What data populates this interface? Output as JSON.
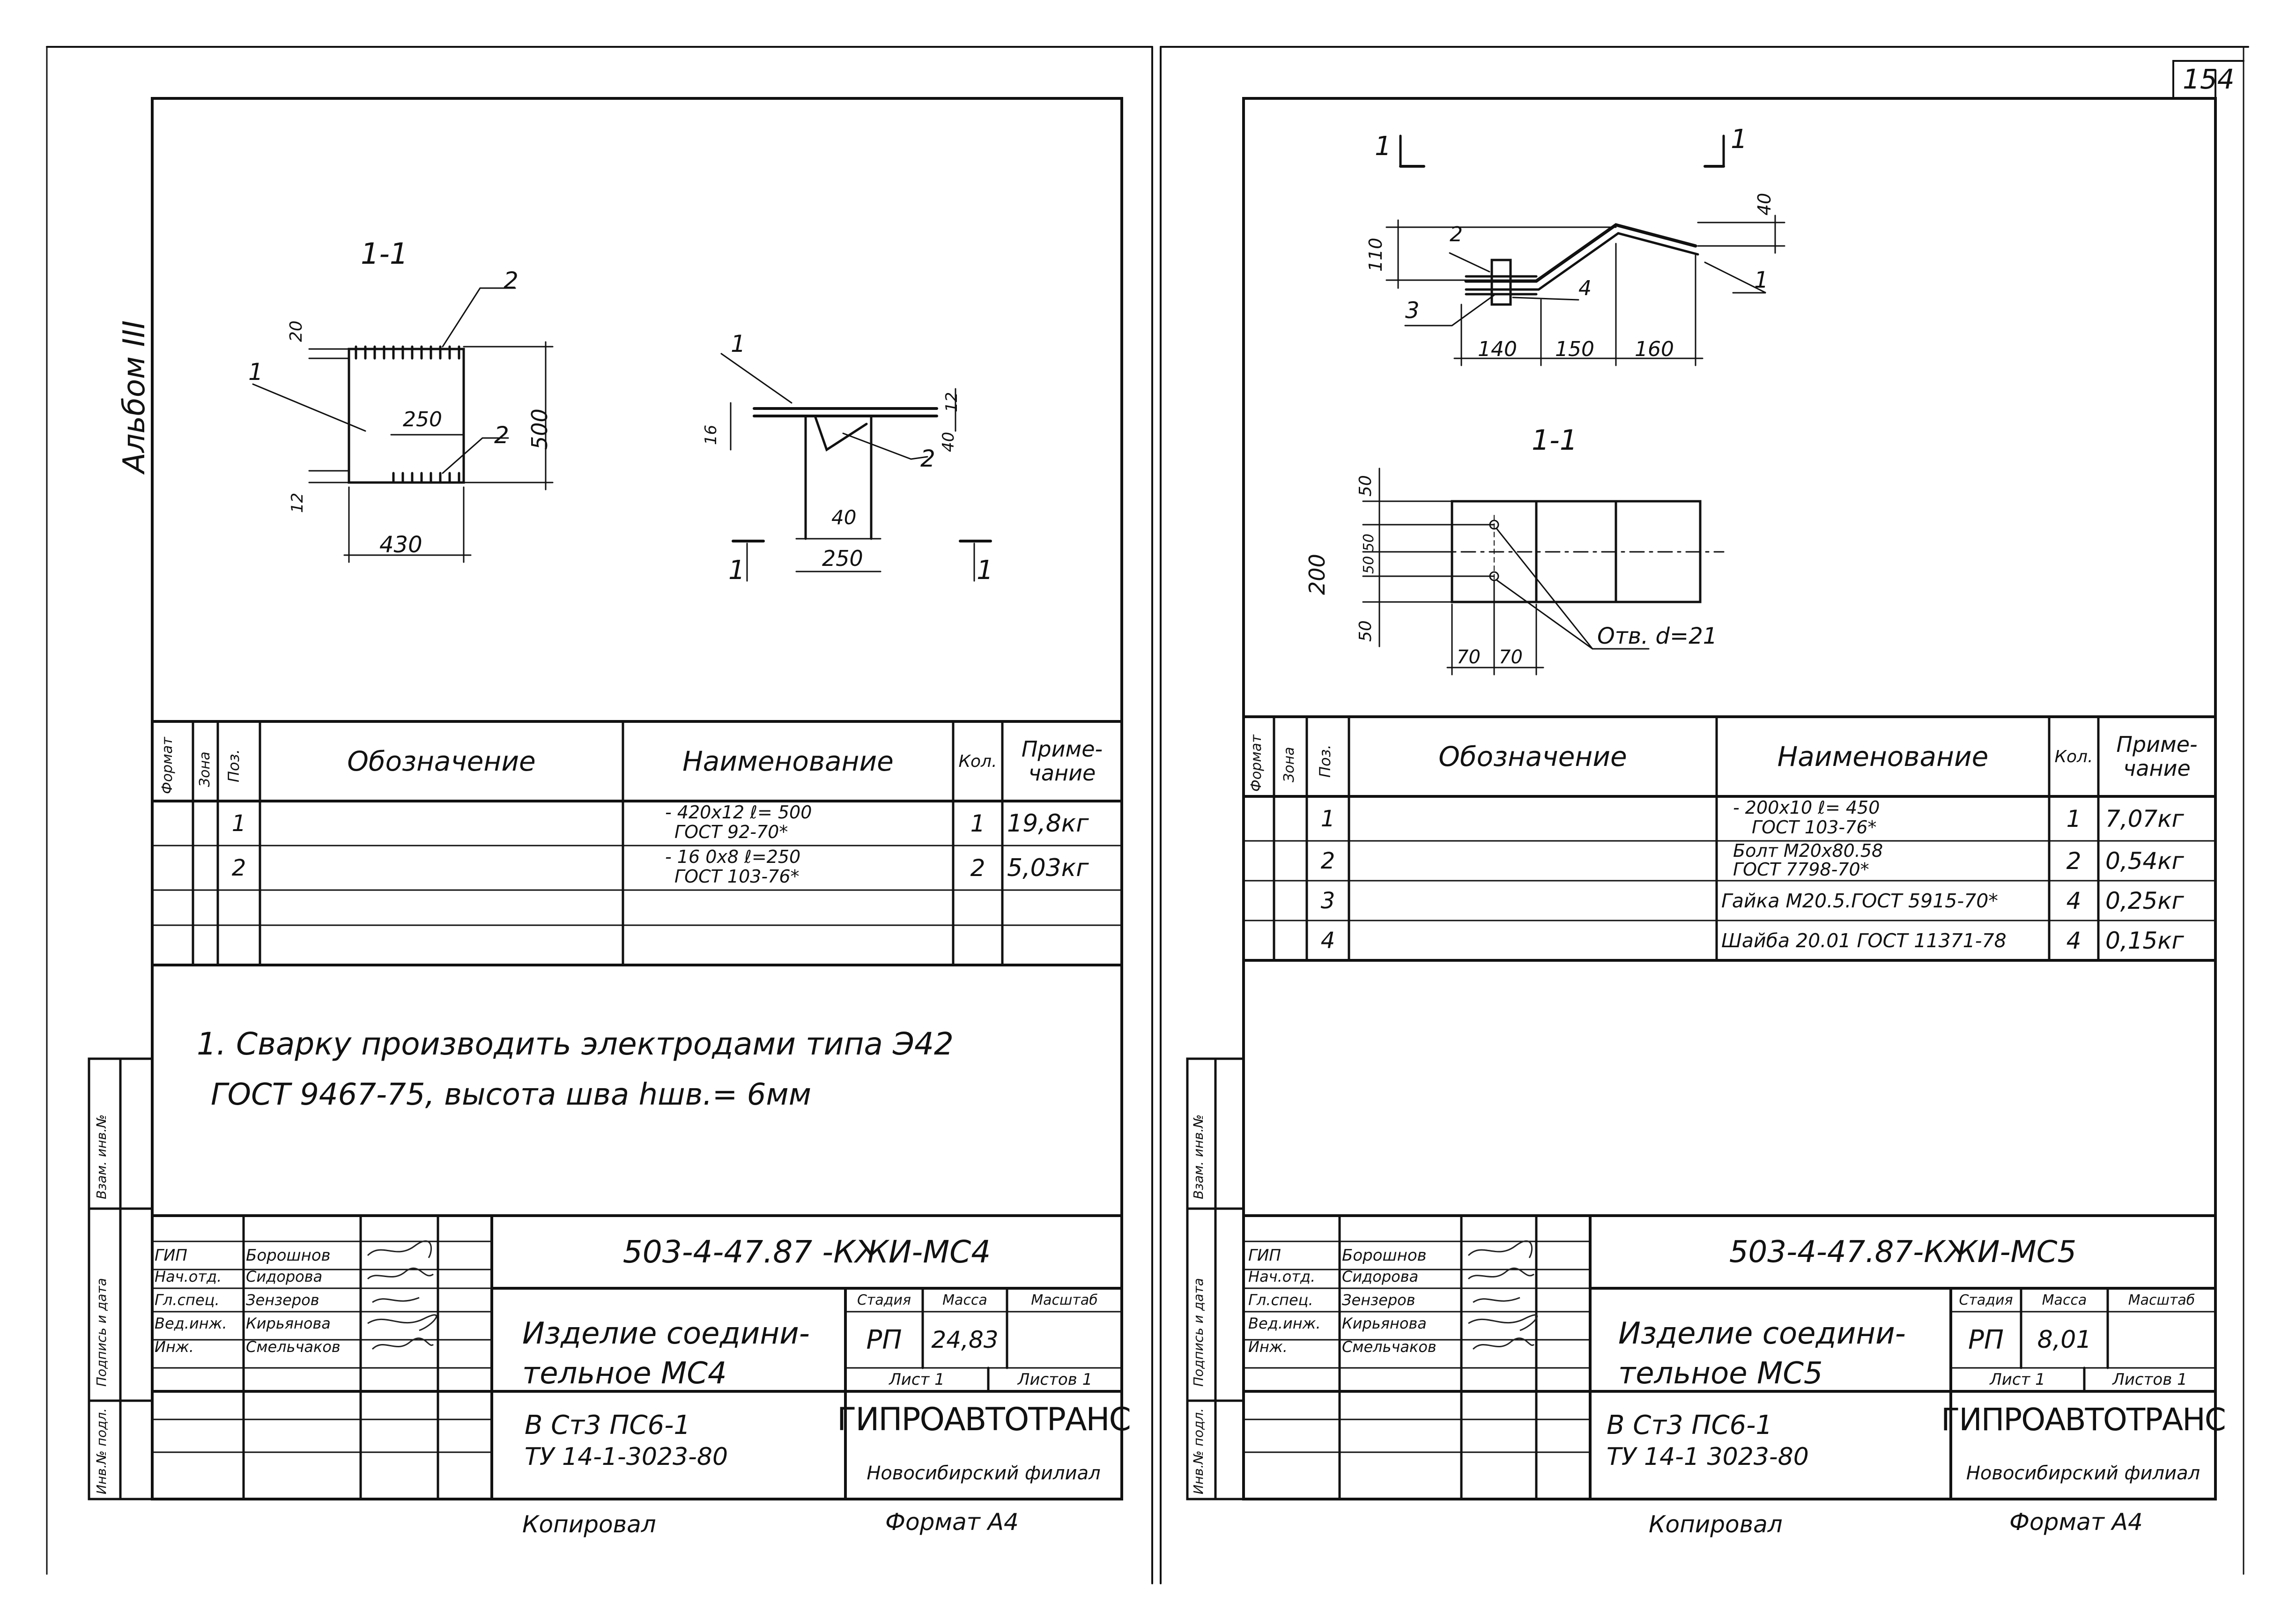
{
  "page_number": "154",
  "album_label": "Альбом III",
  "left": {
    "section_label": "1-1",
    "cut_marker": "1",
    "dims": {
      "d20": "20",
      "d250": "250",
      "d500": "500",
      "d430": "430",
      "d12": "12",
      "d16": "16",
      "d12b": "12",
      "d40v": "40",
      "d40": "40",
      "d250b": "250"
    },
    "callouts": [
      "1",
      "2",
      "2",
      "1",
      "2"
    ],
    "table_headers": {
      "format": "Формат",
      "zone": "Зона",
      "pos": "Поз.",
      "designation": "Обозначение",
      "name": "Наименование",
      "qty": "Кол.",
      "note": "Приме-чание"
    },
    "rows": [
      {
        "pos": "1",
        "name_l1": "- 420х12  ℓ= 500",
        "name_l2": "ГОСТ 92-70*",
        "qty": "1",
        "note": "19,8кг"
      },
      {
        "pos": "2",
        "name_l1": "- 16 0х8  ℓ=250",
        "name_l2": "ГОСТ 103-76*",
        "qty": "2",
        "note": "5,03кг"
      }
    ],
    "note_line1": "1. Сварку производить электродами типа Э42",
    "note_line2": "ГОСТ 9467-75, высота шва hшв.= 6мм",
    "doc_code": "503-4-47.87 -КЖИ-МС4",
    "roles": [
      "ГИП",
      "Нач.отд.",
      "Гл.спец.",
      "Вед.инж.",
      "Инж."
    ],
    "names": [
      "Борошнов",
      "Сидорова",
      "Зензеров",
      "Кирьянова",
      "Смельчаков"
    ],
    "item_title_l1": "Изделие соедини-",
    "item_title_l2": "тельное МС4",
    "stage_label": "Стадия",
    "mass_label": "Масса",
    "scale_label": "Масштаб",
    "stage": "РП",
    "mass": "24,83",
    "sheet_label": "Лист 1",
    "sheets_label": "Листов 1",
    "material_l1": "В Ст3 ПС6-1",
    "material_l2": "ТУ 14-1-3023-80",
    "org_l1": "ГИПРОАВТОТРАНС",
    "org_l2": "Новосибирский филиал",
    "copied": "Копировал",
    "format": "Формат А4"
  },
  "right": {
    "cut_marker": "1",
    "dims": {
      "d110": "110",
      "d40": "40",
      "d140": "140",
      "d150": "150",
      "d160": "160",
      "d50a": "50",
      "d200": "200",
      "d5050": "50 50",
      "d50b": "50",
      "d70a": "70",
      "d70b": "70"
    },
    "callouts": [
      "2",
      "3",
      "4",
      "1"
    ],
    "section_label": "1-1",
    "hole_label": "Отв. d=21",
    "table_headers": {
      "format": "Формат",
      "zone": "Зона",
      "pos": "Поз.",
      "designation": "Обозначение",
      "name": "Наименование",
      "qty": "Кол.",
      "note": "Приме-чание"
    },
    "rows": [
      {
        "pos": "1",
        "name_l1": "- 200х10  ℓ= 450",
        "name_l2": "ГОСТ 103-76*",
        "qty": "1",
        "note": "7,07кг"
      },
      {
        "pos": "2",
        "name_l1": "Болт М20х80.58",
        "name_l2": "ГОСТ 7798-70*",
        "qty": "2",
        "note": "0,54кг"
      },
      {
        "pos": "3",
        "name_l1": "Гайка М20.5.ГОСТ 5915-70*",
        "name_l2": "",
        "qty": "4",
        "note": "0,25кг"
      },
      {
        "pos": "4",
        "name_l1": "Шайба 20.01 ГОСТ 11371-78",
        "name_l2": "",
        "qty": "4",
        "note": "0,15кг"
      }
    ],
    "doc_code": "503-4-47.87-КЖИ-МС5",
    "roles": [
      "ГИП",
      "Нач.отд.",
      "Гл.спец.",
      "Вед.инж.",
      "Инж."
    ],
    "names": [
      "Борошнов",
      "Сидорова",
      "Зензеров",
      "Кирьянова",
      "Смельчаков"
    ],
    "item_title_l1": "Изделие соедини-",
    "item_title_l2": "тельное МС5",
    "stage_label": "Стадия",
    "mass_label": "Масса",
    "scale_label": "Масштаб",
    "stage": "РП",
    "mass": "8,01",
    "sheet_label": "Лист 1",
    "sheets_label": "Листов 1",
    "material_l1": "В Ст3 ПС6-1",
    "material_l2": "ТУ 14-1 3023-80",
    "org_l1": "ГИПРОАВТОТРАНС",
    "org_l2": "Новосибирский филиал",
    "copied": "Копировал",
    "format": "Формат А4"
  },
  "side_strip": {
    "inv_podl": "Инв.№ подл.",
    "sign_date": "Подпись и дата",
    "vzam_inv": "Взам. инв.№"
  }
}
